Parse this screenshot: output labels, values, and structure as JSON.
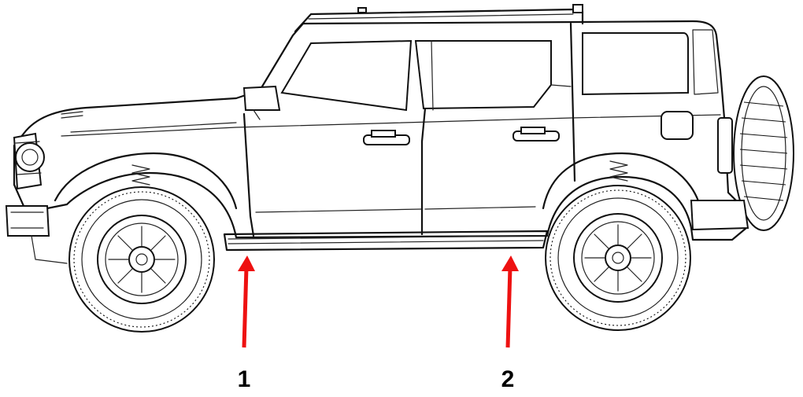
{
  "diagram": {
    "callouts": [
      {
        "id": "1",
        "label": "1",
        "target": "front-rocker-panel"
      },
      {
        "id": "2",
        "label": "2",
        "target": "rear-rocker-panel"
      }
    ],
    "colors": {
      "line": "#111111",
      "arrow": "#ee1111",
      "background": "#ffffff"
    },
    "icons": {
      "vehicle": "suv-side-view-icon",
      "arrow": "arrow-up-icon"
    }
  }
}
